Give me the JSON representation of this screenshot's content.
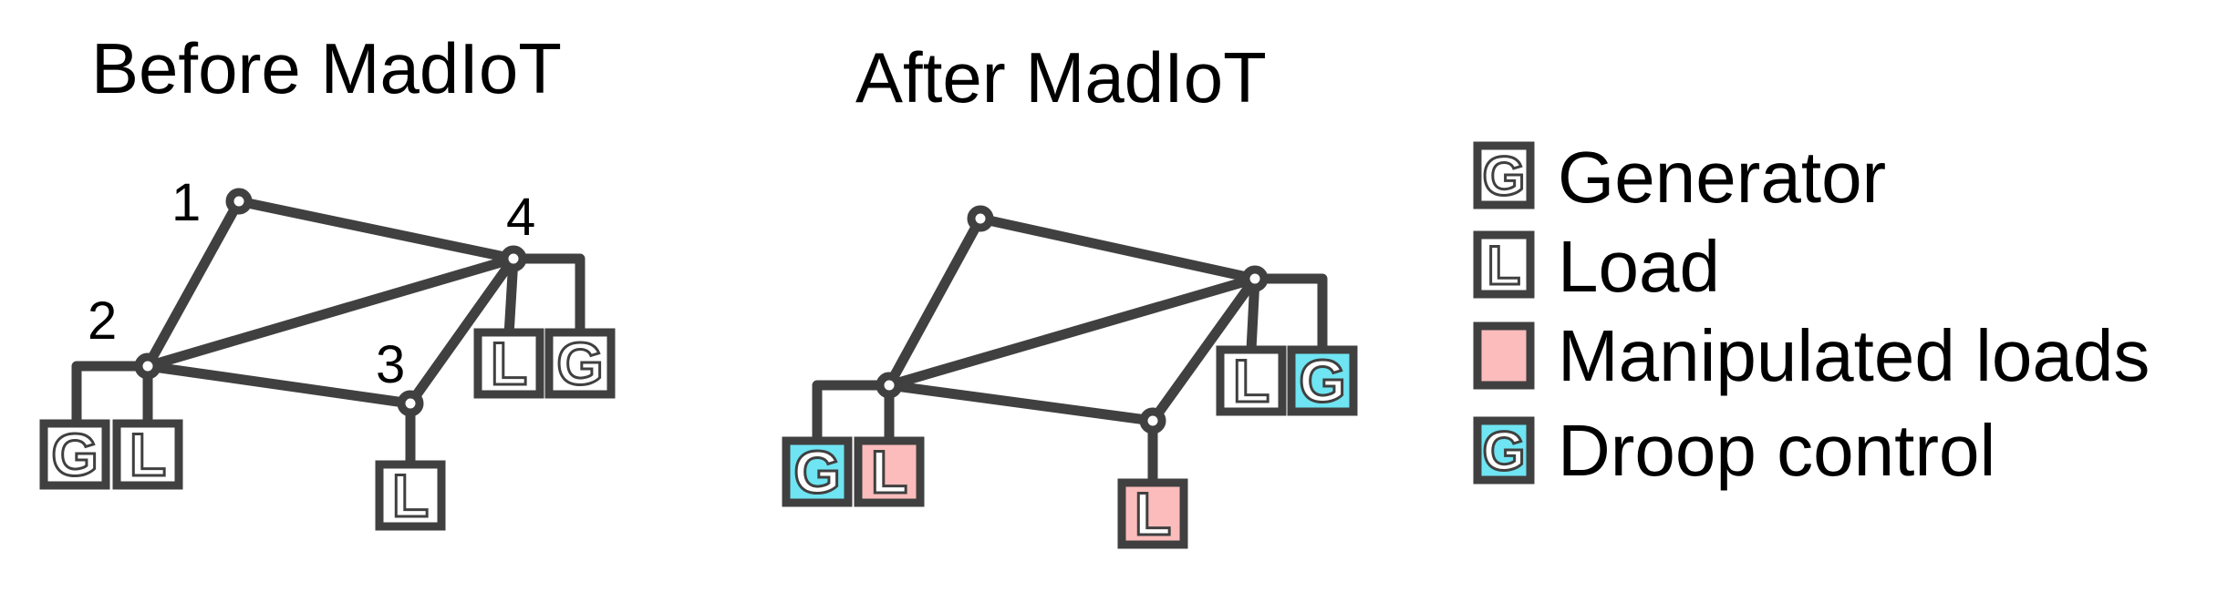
{
  "colors": {
    "line": "#404040",
    "plain_fill": "#ffffff",
    "manipulated_fill": "#fcbcbc",
    "droop_fill": "#6fe4f2"
  },
  "before": {
    "title": "Before MadIoT",
    "bus_labels": [
      "1",
      "2",
      "3",
      "4"
    ]
  },
  "after": {
    "title": "After MadIoT"
  },
  "legend": {
    "generator": {
      "label": "Generator",
      "letter": "G"
    },
    "load": {
      "label": "Load",
      "letter": "L"
    },
    "manipulated": {
      "label": "Manipulated loads"
    },
    "droop": {
      "label": "Droop control",
      "letter": "G"
    }
  },
  "letters": {
    "generator": "G",
    "load": "L"
  }
}
